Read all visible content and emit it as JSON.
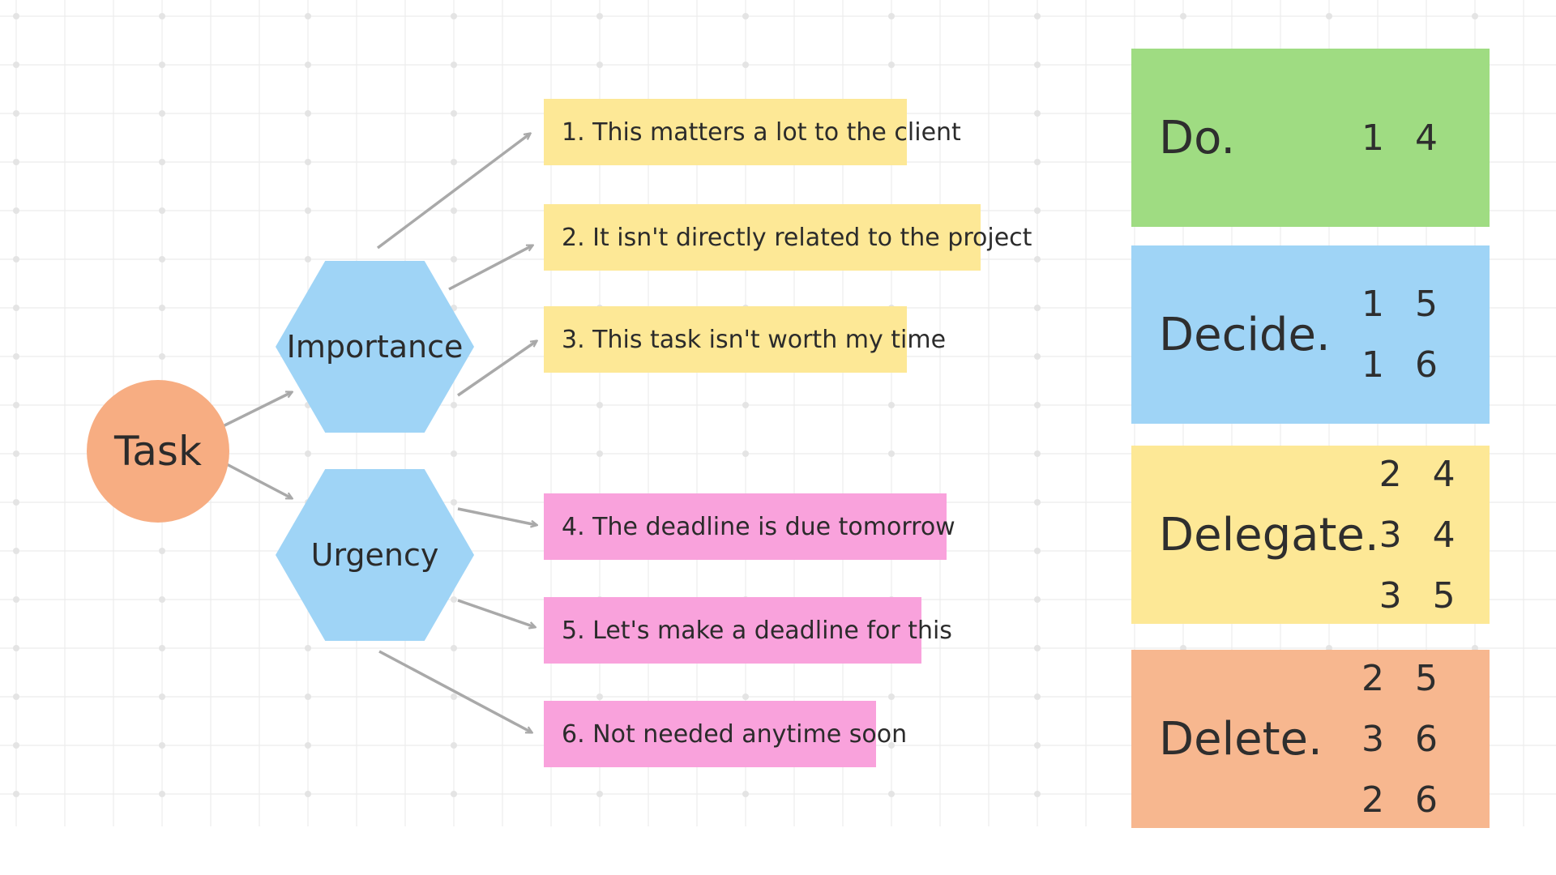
{
  "task": "Task",
  "factors": {
    "importance": "Importance",
    "urgency": "Urgency"
  },
  "importance_notes": [
    "1. This matters a lot to the client",
    "2. It isn't directly related to the project",
    "3. This task isn't worth my time"
  ],
  "urgency_notes": [
    "4. The deadline is due tomorrow",
    "5. Let's make a deadline for this",
    "6. Not needed anytime soon"
  ],
  "actions": [
    {
      "name": "Do.",
      "combos": [
        "1 4"
      ]
    },
    {
      "name": "Decide.",
      "combos": [
        "1 5",
        "1 6"
      ]
    },
    {
      "name": "Delegate.",
      "combos": [
        "2 4",
        "3 4",
        "3 5"
      ]
    },
    {
      "name": "Delete.",
      "combos": [
        "2 5",
        "3 6",
        "2 6"
      ]
    }
  ],
  "colors": {
    "task": "#f7ad82",
    "factor": "#9fd4f6",
    "importance_note": "#fde896",
    "urgency_note": "#f9a2dc",
    "do": "#9fdc82",
    "decide": "#9fd4f6",
    "delegate": "#fde896",
    "delete": "#f7b78f",
    "arrow": "#a9a9a9"
  }
}
